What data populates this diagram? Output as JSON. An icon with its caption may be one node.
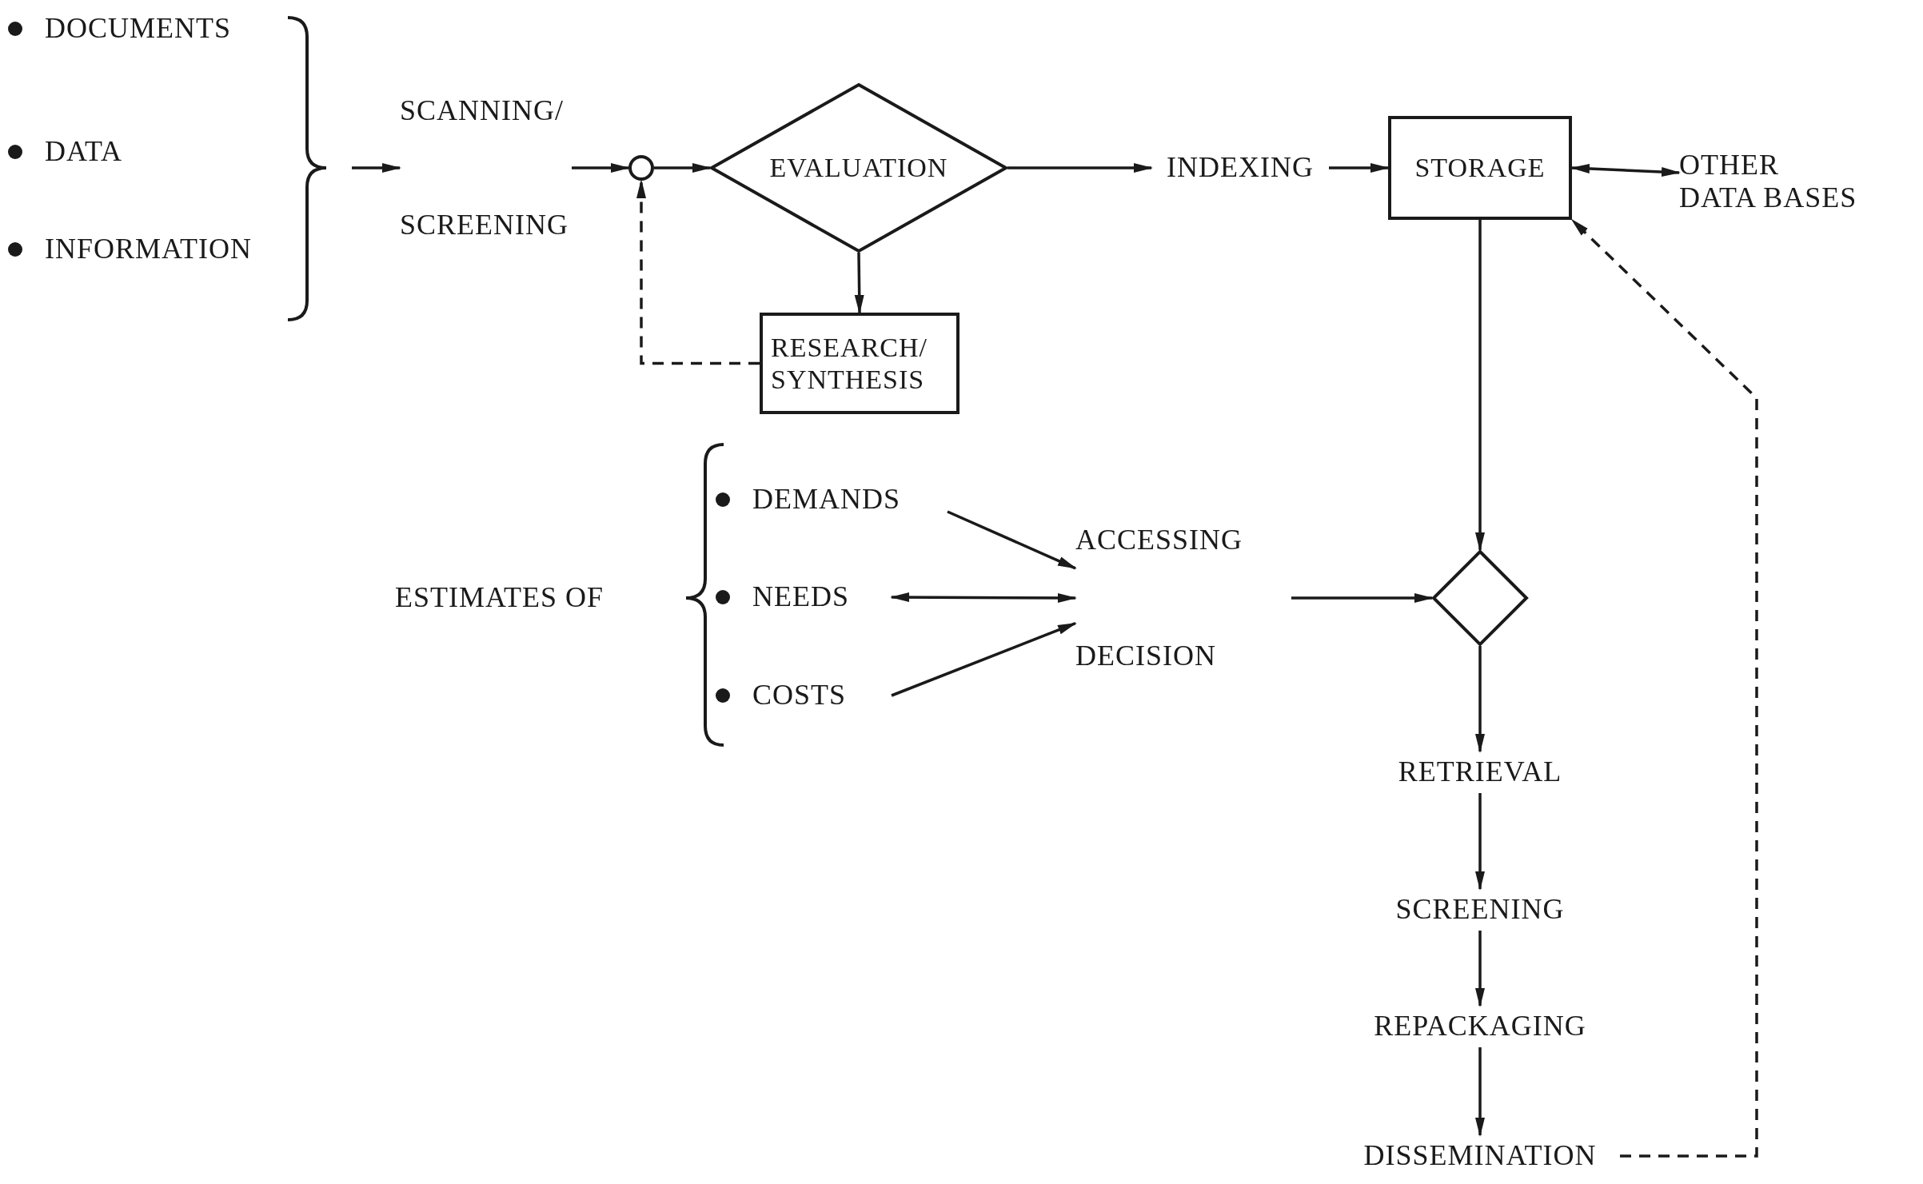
{
  "diagram": {
    "nodes": [
      {
        "text": [
          "DOCUMENTS"
        ]
      },
      {
        "text": [
          "DATA"
        ]
      },
      {
        "text": [
          "INFORMATION"
        ]
      },
      {
        "text": [
          "SCANNING/",
          "SCREENING"
        ]
      },
      {
        "text": [],
        "shape": "circle"
      },
      {
        "text": [
          "EVALUATION"
        ]
      },
      {
        "text": [
          "RESEARCH/ SYNTHESIS"
        ]
      },
      {
        "text": [
          "INDEXING"
        ]
      },
      {
        "text": [
          "STORAGE"
        ]
      },
      {
        "text": [
          "OTHER DATA BASES"
        ]
      },
      {
        "text": [
          "DEMANDS"
        ]
      },
      {
        "text": [
          "NEEDS"
        ]
      },
      {
        "text": [
          "COSTS"
        ]
      },
      {
        "text": [
          "ACCESSING",
          "DECISION"
        ]
      },
      {
        "text": [],
        "shape": "diamond"
      },
      {
        "text": [
          "RETRIEVAL"
        ]
      },
      {
        "text": [
          "SCREENING"
        ]
      },
      {
        "text": [
          "REPACKAGING"
        ]
      },
      {
        "text": [
          "DISSEMINATION"
        ]
      }
    ],
    "edges": [
      {
        "from": null,
        "to": 3,
        "arrow": "to"
      },
      {
        "from": 3,
        "to": 4,
        "arrow": "to"
      },
      {
        "from": 4,
        "to": 5,
        "arrow": "to"
      },
      {
        "from": 5,
        "to": 7,
        "arrow": "to"
      },
      {
        "from": 7,
        "to": 8,
        "arrow": "to"
      },
      {
        "from": 8,
        "to": 9,
        "arrow": "both"
      },
      {
        "from": 5,
        "to": 6,
        "arrow": "to"
      },
      {
        "from": 6,
        "to": 4,
        "arrow": "to",
        "style": "dashed"
      },
      {
        "from": 8,
        "to": 14,
        "arrow": "to"
      },
      {
        "from": 10,
        "to": 13,
        "arrow": "to"
      },
      {
        "from": 11,
        "to": 13,
        "arrow": "both"
      },
      {
        "from": 12,
        "to": 13,
        "arrow": "to"
      },
      {
        "from": 13,
        "to": 14,
        "arrow": "to"
      },
      {
        "from": 14,
        "to": 15,
        "arrow": "to"
      },
      {
        "from": 15,
        "to": 16,
        "arrow": "to"
      },
      {
        "from": 16,
        "to": 17,
        "arrow": "to"
      },
      {
        "from": 17,
        "to": 18,
        "arrow": "to"
      },
      {
        "from": 18,
        "to": 8,
        "arrow": "to",
        "style": "dashed"
      }
    ],
    "labels": [
      "ESTIMATES OF"
    ]
  }
}
